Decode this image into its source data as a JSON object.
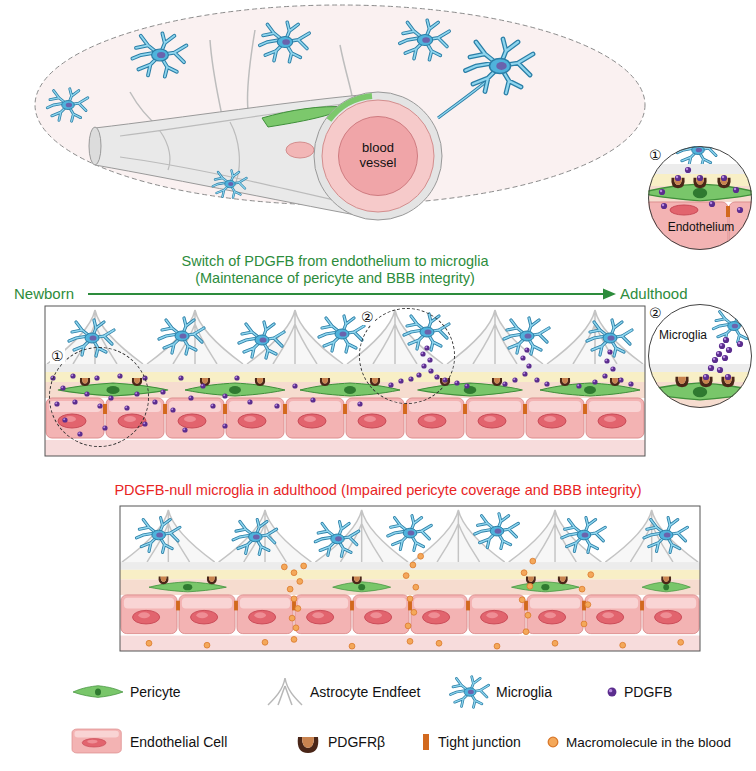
{
  "diagram": {
    "nodes": [
      {
        "text": [
          "blood vessel"
        ]
      },
      {
        "text": [
          "①"
        ]
      },
      {
        "text": [
          "②"
        ]
      },
      {
        "text": [
          "①",
          "Endothelium"
        ]
      },
      {
        "text": [
          "②",
          "Microglia"
        ]
      }
    ],
    "labels": [
      "Switch of PDGFB from endothelium to microglia (Maintenance of pericyte and BBB integrity)",
      "Newborn",
      "Adulthood",
      "PDGFB-null microglia in adulthood (Impaired pericyte coverage and BBB integrity)"
    ],
    "legend": [
      {
        "text": "Pericyte"
      },
      {
        "text": "Astrocyte Endfeet"
      },
      {
        "text": "Microglia"
      },
      {
        "text": "PDGFB"
      },
      {
        "text": "Endothelial Cell"
      },
      {
        "text": "PDGFRβ"
      },
      {
        "text": "Tight junction"
      },
      {
        "text": "Macromolecule in the blood"
      }
    ]
  }
}
